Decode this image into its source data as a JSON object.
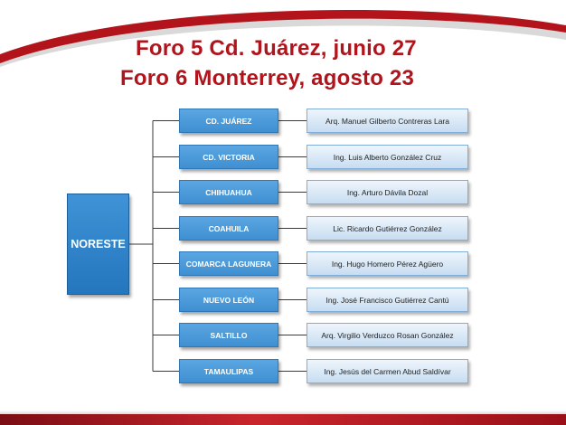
{
  "title": {
    "line1": "Foro 5 Cd. Juárez, junio 27",
    "line2": "Foro 6 Monterrey, agosto 23"
  },
  "colors": {
    "title": "#b0141c",
    "root_box": "#2e80c6",
    "region_box": "#4a98d8",
    "person_box": "#d8e8f6",
    "connector": "#3a3a3a",
    "swoosh": "#b3141c"
  },
  "org": {
    "root": "NORESTE",
    "regions": [
      {
        "name": "CD. JUÁREZ",
        "person": "Arq. Manuel Gilberto Contreras Lara"
      },
      {
        "name": "CD. VICTORIA",
        "person": "Ing. Luis Alberto González Cruz"
      },
      {
        "name": "CHIHUAHUA",
        "person": "Ing. Arturo Dávila Dozal"
      },
      {
        "name": "COAHUILA",
        "person": "Lic. Ricardo Gutiérrez González"
      },
      {
        "name": "COMARCA LAGUNERA",
        "person": "Ing. Hugo Homero Pérez Agüero"
      },
      {
        "name": "NUEVO LEÓN",
        "person": "Ing. José Francisco Gutiérrez Cantú"
      },
      {
        "name": "SALTILLO",
        "person": "Arq. Virgilio Verduzco Rosan González"
      },
      {
        "name": "TAMAULIPAS",
        "person": "Ing. Jesús del Carmen Abud Saldívar"
      }
    ]
  }
}
